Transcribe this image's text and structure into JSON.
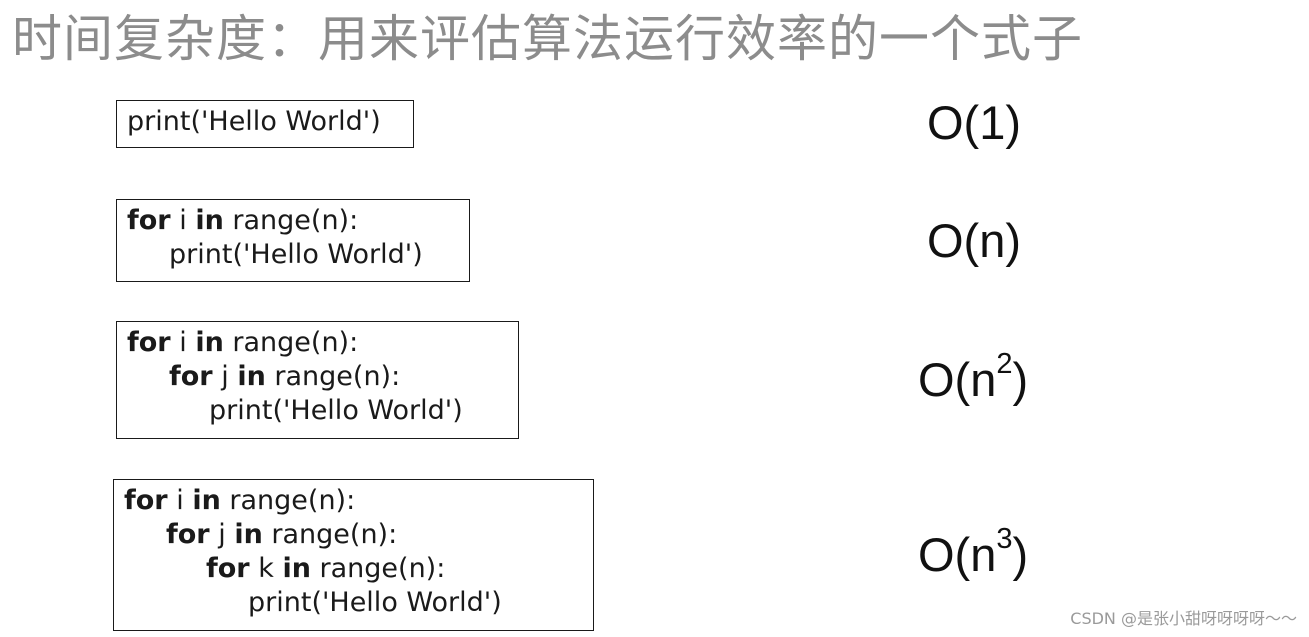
{
  "title": "时间复杂度：用来评估算法运行效率的一个式子",
  "keywords": {
    "for": "for",
    "in": "in"
  },
  "examples": [
    {
      "complexity": {
        "base": "O(1)",
        "open": "",
        "exp": "",
        "close": ""
      },
      "lines": [
        {
          "plain": "print('Hello World')"
        }
      ]
    },
    {
      "complexity": {
        "base": "O(n)",
        "open": "",
        "exp": "",
        "close": ""
      },
      "lines": [
        {
          "var": "i",
          "rest": "range(n):"
        },
        {
          "plain": "print('Hello World')"
        }
      ]
    },
    {
      "complexity": {
        "base": "",
        "open": "O(n",
        "exp": "2",
        "close": ")"
      },
      "lines": [
        {
          "var": "i",
          "rest": "range(n):"
        },
        {
          "var": "j",
          "rest": "range(n):"
        },
        {
          "plain": "print('Hello World')"
        }
      ]
    },
    {
      "complexity": {
        "base": "",
        "open": "O(n",
        "exp": "3",
        "close": ")"
      },
      "lines": [
        {
          "var": "i",
          "rest": "range(n):"
        },
        {
          "var": "j",
          "rest": "range(n):"
        },
        {
          "var": "k",
          "rest": "range(n):"
        },
        {
          "plain": "print('Hello World')"
        }
      ]
    }
  ],
  "watermark": "CSDN @是张小甜呀呀呀呀～～"
}
